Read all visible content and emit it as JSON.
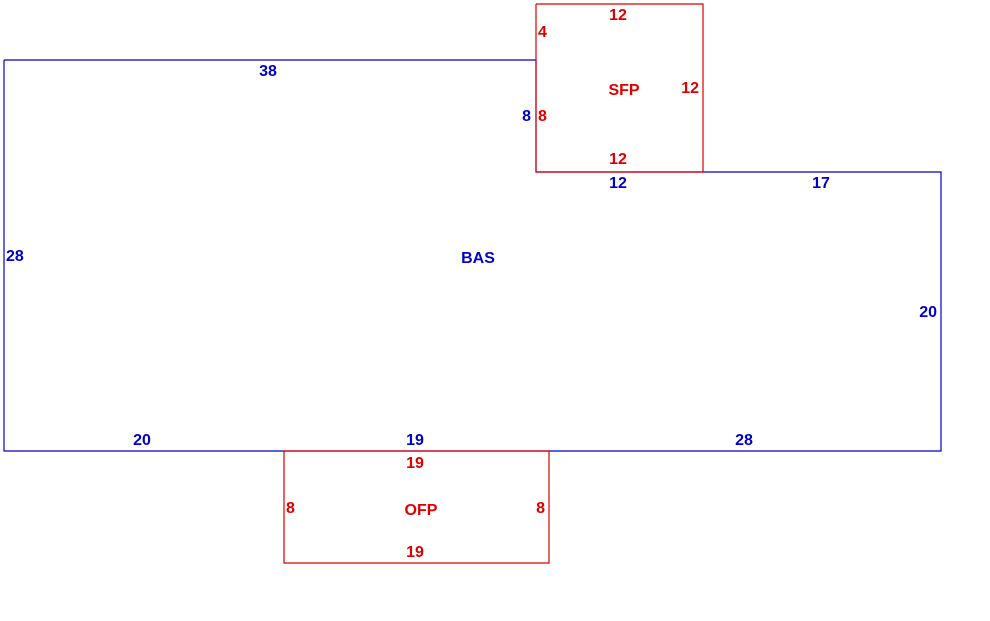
{
  "colors": {
    "main": "#0000cc",
    "addition": "#dd0000"
  },
  "areas": {
    "bas": {
      "label": "BAS",
      "dims": {
        "top": "38",
        "left": "28",
        "step_vertical": "8",
        "step_horizontal": "12",
        "right_top": "17",
        "right": "20",
        "bottom_left": "20",
        "bottom_mid": "19",
        "bottom_right": "28"
      }
    },
    "sfp": {
      "label": "SFP",
      "dims": {
        "top": "12",
        "left_upper": "4",
        "left_lower": "8",
        "right": "12",
        "bottom": "12"
      }
    },
    "ofp": {
      "label": "OFP",
      "dims": {
        "top": "19",
        "left": "8",
        "right": "8",
        "bottom": "19"
      }
    }
  }
}
